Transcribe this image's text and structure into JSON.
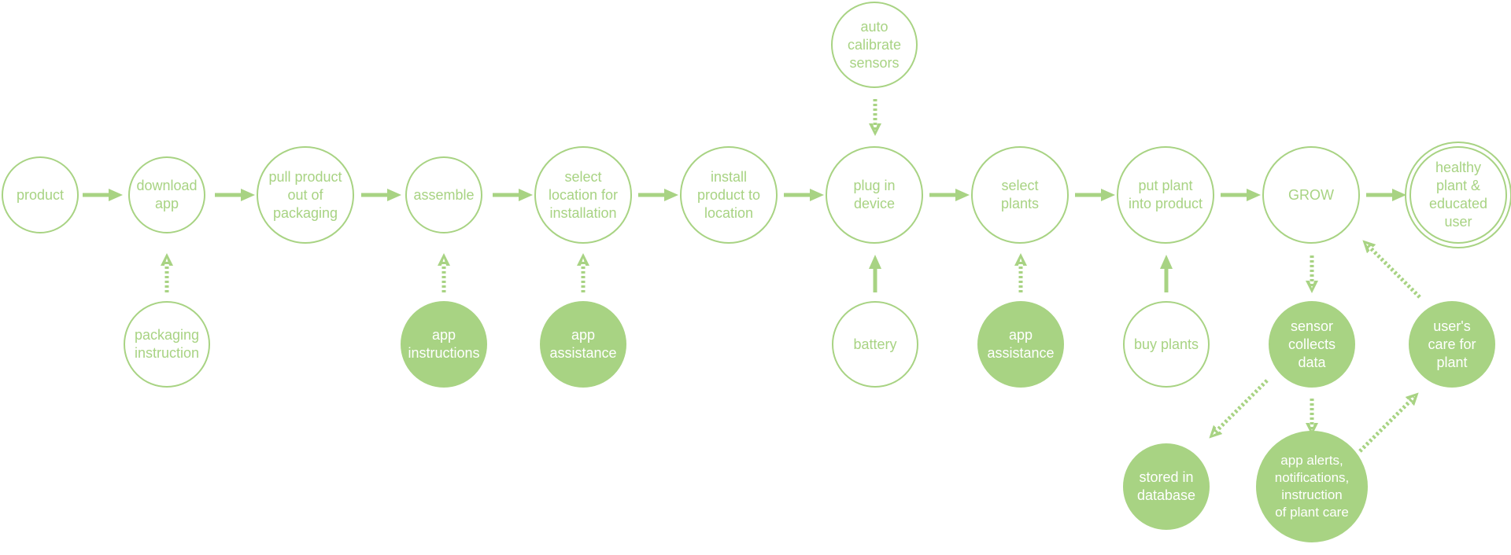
{
  "colors": {
    "accent": "#a8d383",
    "fill_text": "#ffffff",
    "background": "#ffffff"
  },
  "nodes": {
    "product": "product",
    "download_app": "download\napp",
    "pull_product": "pull product\nout of\npackaging",
    "assemble": "assemble",
    "select_location": "select\nlocation for\ninstallation",
    "install_product": "install\nproduct to\nlocation",
    "plug_in": "plug in\ndevice",
    "select_plants": "select\nplants",
    "put_plant": "put plant\ninto product",
    "grow": "GROW",
    "healthy": "healthy\nplant &\neducated\nuser",
    "auto_calibrate": "auto\ncalibrate\nsensors",
    "packaging_instruction": "packaging\ninstruction",
    "app_instructions": "app\ninstructions",
    "app_assistance_1": "app\nassistance",
    "battery": "battery",
    "app_assistance_2": "app\nassistance",
    "buy_plants": "buy plants",
    "sensor_collects": "sensor\ncollects\ndata",
    "users_care": "user's\ncare for\nplant",
    "stored_db": "stored in\ndatabase",
    "app_alerts": "app alerts,\nnotifications,\ninstruction\nof plant care"
  }
}
